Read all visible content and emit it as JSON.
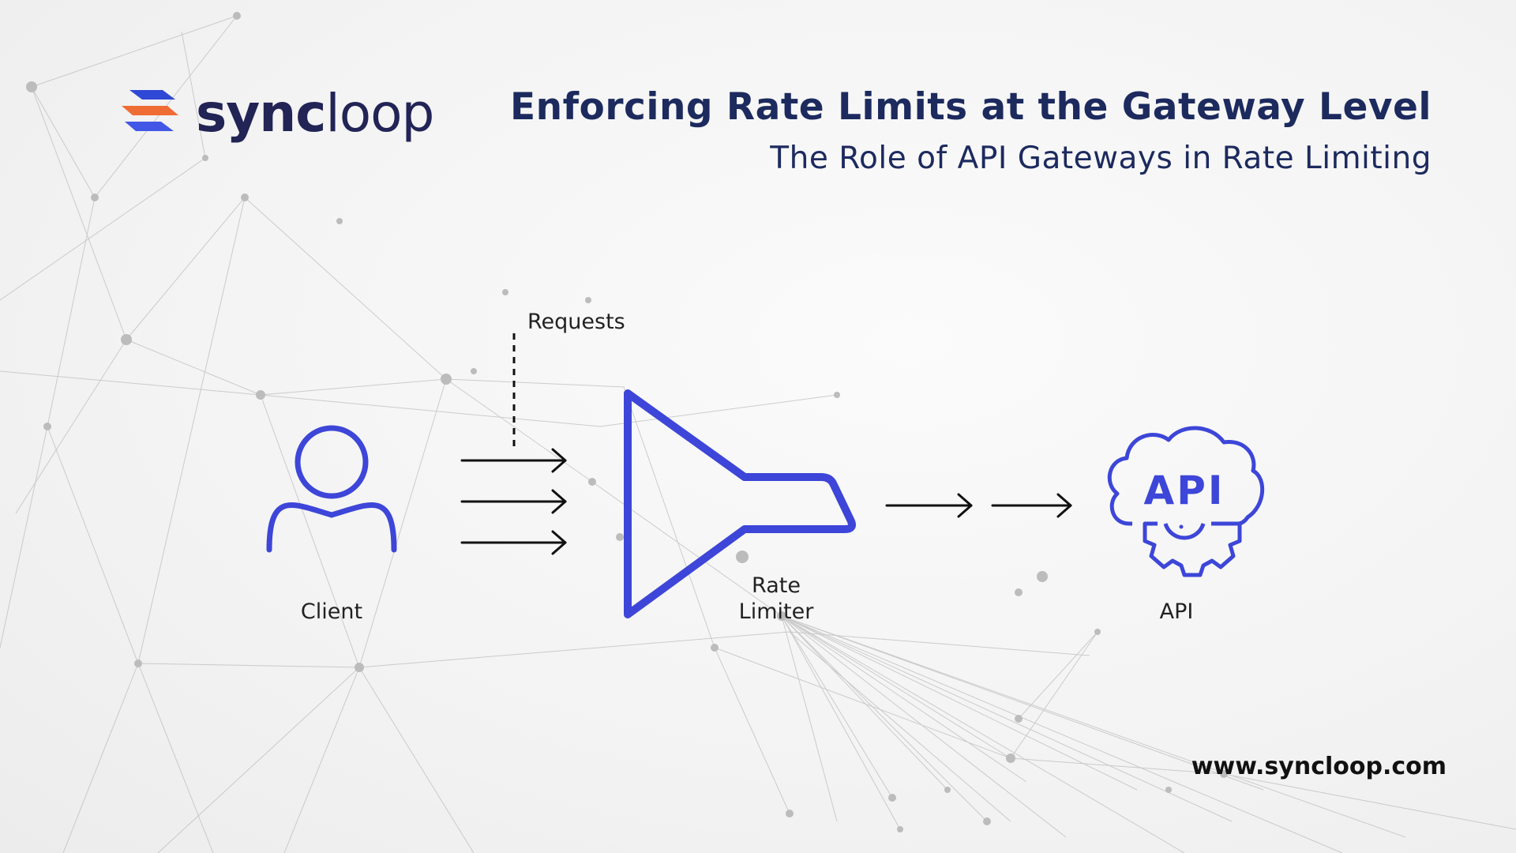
{
  "brand": {
    "name_bold": "sync",
    "name_light": "loop",
    "logo_colors": [
      "#2f48d6",
      "#ef6c35",
      "#4257e6"
    ]
  },
  "header": {
    "title": "Enforcing Rate Limits at the Gateway Level",
    "subtitle": "The Role of API Gateways in Rate Limiting"
  },
  "diagram": {
    "requests_label": "Requests",
    "client_label": "Client",
    "rate_limiter_label_line1": "Rate",
    "rate_limiter_label_line2": "Limiter",
    "api_icon_text": "API",
    "api_label": "API",
    "icons": [
      "user-icon",
      "funnel-icon",
      "api-cloud-gear-icon"
    ],
    "accent_color": "#3d46d8"
  },
  "footer": {
    "website": "www.syncloop.com"
  }
}
